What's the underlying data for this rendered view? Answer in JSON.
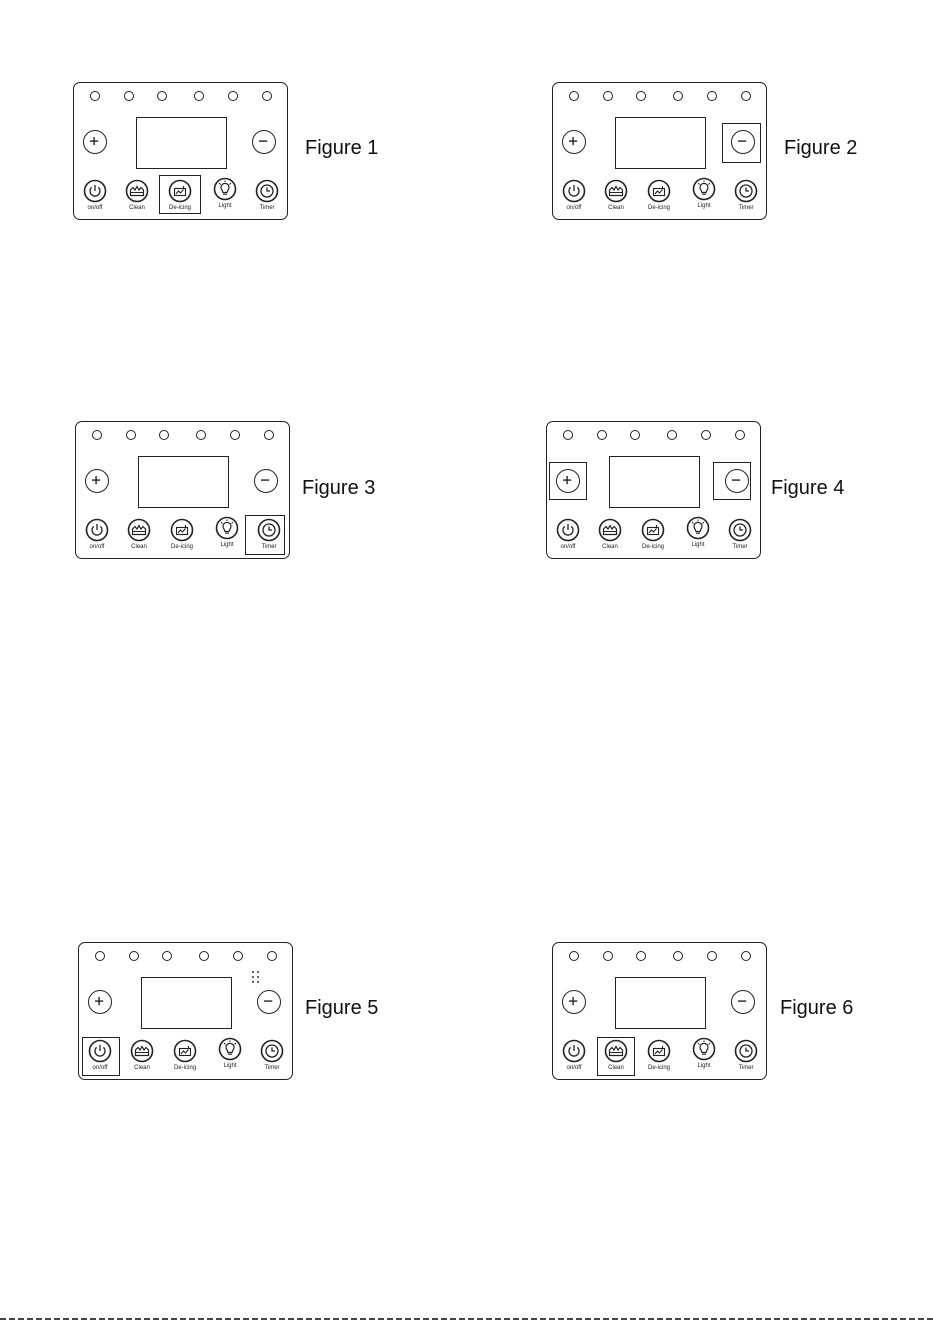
{
  "figures": [
    {
      "id": "f1",
      "label": "Figure 1",
      "highlight": "De-icing"
    },
    {
      "id": "f2",
      "label": "Figure 2",
      "highlight": "minus"
    },
    {
      "id": "f3",
      "label": "Figure 3",
      "highlight": "Timer"
    },
    {
      "id": "f4",
      "label": "Figure 4",
      "highlight": "plus-and-minus"
    },
    {
      "id": "f5",
      "label": "Figure 5",
      "highlight": "on/off"
    },
    {
      "id": "f6",
      "label": "Figure 6",
      "highlight": "Clean"
    }
  ],
  "buttons": {
    "onoff": "on/off",
    "clean": "Clean",
    "deicing": "De-icing",
    "light": "Light",
    "timer": "Timer"
  },
  "icons": [
    "plus-icon",
    "minus-icon",
    "power-icon",
    "clean-icon",
    "de-icing-icon",
    "light-bulb-icon",
    "clock-icon"
  ],
  "colors": {
    "line": "#222222",
    "background": "#ffffff"
  }
}
